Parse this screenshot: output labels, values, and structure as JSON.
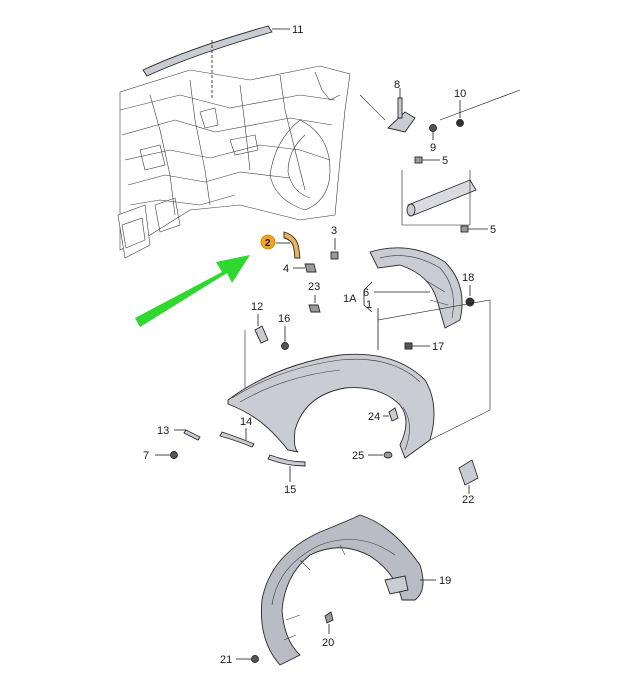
{
  "diagram": {
    "callouts": {
      "c1": "1",
      "c1a": "1A",
      "c2": "2",
      "c3": "3",
      "c4": "4",
      "c5a": "5",
      "c5b": "5",
      "c6": "6",
      "c7": "7",
      "c8": "8",
      "c9": "9",
      "c10": "10",
      "c11": "11",
      "c12": "12",
      "c13": "13",
      "c14": "14",
      "c15": "15",
      "c16": "16",
      "c17": "17",
      "c18": "18",
      "c19": "19",
      "c20": "20",
      "c21": "21",
      "c22": "22",
      "c23": "23",
      "c24": "24",
      "c25": "25"
    },
    "highlighted_callout": "2",
    "colors": {
      "highlight": "#f2a51a",
      "arrow": "#2ed82e",
      "panel_fill": "#c9ccd3",
      "liner_fill": "#b9bcc4",
      "line": "#2a2a2a"
    }
  }
}
